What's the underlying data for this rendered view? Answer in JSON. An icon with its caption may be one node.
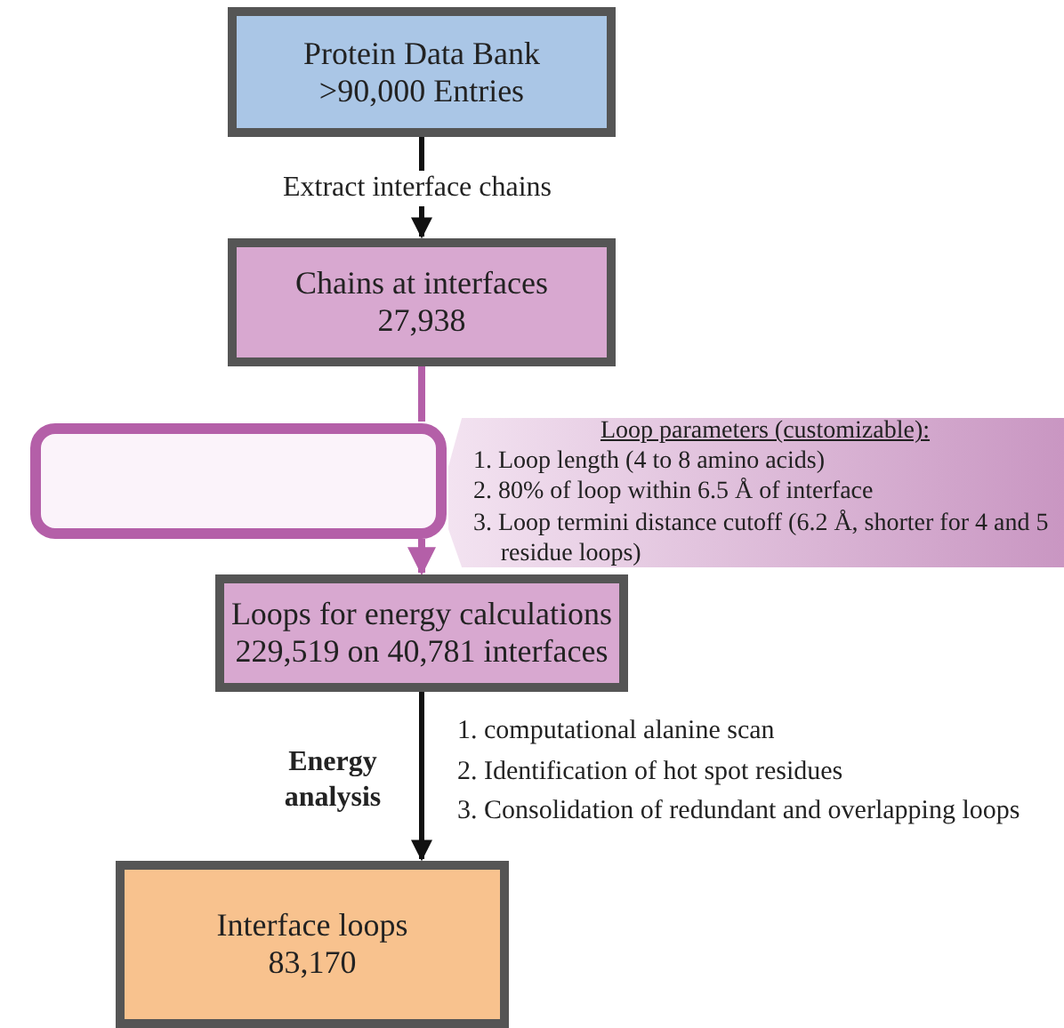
{
  "diagram": {
    "nodes": [
      {
        "text": [
          "Protein Data Bank",
          ">90,000 Entries"
        ]
      },
      {
        "text": [
          "Chains at interfaces",
          "27,938"
        ]
      },
      {
        "text": [],
        "shape": "box"
      },
      {
        "text": [
          "Loop parameters (customizable):",
          "1. Loop length (4 to 8 amino acids)",
          "2. 80% of loop within 6.5 Å of interface",
          "3. Loop termini distance cutoff (6.2 Å, shorter for 4 and 5 residue loops)"
        ]
      },
      {
        "text": [
          "Loops for energy calculations",
          "229,519 on 40,781 interfaces"
        ]
      },
      {
        "text": [
          "Interface loops",
          "83,170"
        ]
      }
    ],
    "edges": [
      {
        "from": 0,
        "to": 1,
        "arrow": "to",
        "label": "Extract interface chains"
      },
      {
        "from": 1,
        "to": 2,
        "arrow": "none",
        "color": "#b45fa8"
      },
      {
        "from": 2,
        "to": 4,
        "arrow": "to",
        "color": "#b45fa8"
      },
      {
        "from": 4,
        "to": 5,
        "arrow": "to",
        "label": "Energy analysis"
      }
    ],
    "labels": [
      "1. computational alanine scan",
      "2. Identification of hot spot residues",
      "3. Consolidation of redundant and overlapping loops"
    ]
  }
}
